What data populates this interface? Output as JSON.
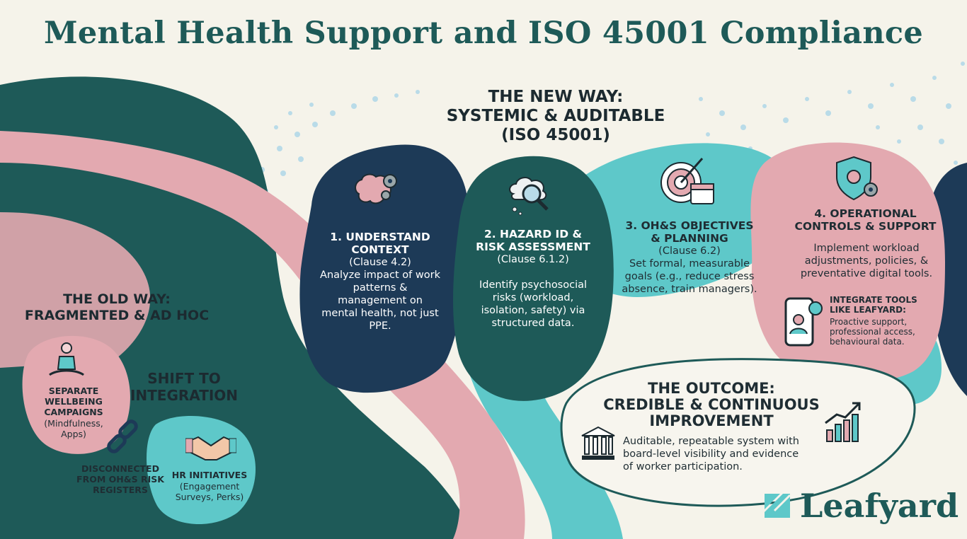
{
  "title": "Mental Health Support and ISO 45001 Compliance",
  "new_way": {
    "line1": "THE NEW WAY:",
    "line2": "SYSTEMIC & AUDITABLE",
    "line3": "(ISO 45001)"
  },
  "old_way": {
    "line1": "THE OLD WAY:",
    "line2": "FRAGMENTED & AD HOC"
  },
  "shift": {
    "line1": "SHIFT TO",
    "line2": "INTEGRATION"
  },
  "old_items": {
    "wellbeing": {
      "title": "SEPARATE WELLBEING CAMPAIGNS",
      "detail": "(Mindfulness, Apps)"
    },
    "disconnected": {
      "title": "DISCONNECTED FROM OH&S RISK REGISTERS"
    },
    "hr": {
      "title": "HR INITIATIVES",
      "detail": "(Engagement Surveys, Perks)"
    }
  },
  "steps": [
    {
      "title": "1. UNDERSTAND CONTEXT",
      "clause": "(Clause 4.2)",
      "body": "Analyze impact of work patterns & management on mental health, not just PPE."
    },
    {
      "title": "2. HAZARD ID & RISK ASSESSMENT",
      "clause": "(Clause 6.1.2)",
      "body": "Identify psychosocial risks (workload, isolation, safety) via structured data."
    },
    {
      "title": "3. OH&S OBJECTIVES & PLANNING",
      "clause": "(Clause 6.2)",
      "body": "Set formal, measurable goals (e.g., reduce stress absence, train managers)."
    },
    {
      "title": "4. OPERATIONAL CONTROLS & SUPPORT",
      "clause": "",
      "body": "Implement workload adjustments, policies, & preventative digital tools."
    }
  ],
  "tools": {
    "title": "INTEGRATE TOOLS LIKE LEAFYARD:",
    "body": "Proactive support, professional access, behavioural data."
  },
  "outcome": {
    "line1": "THE OUTCOME:",
    "line2": "CREDIBLE & CONTINUOUS",
    "line3": "IMPROVEMENT",
    "body": "Auditable, repeatable system with board-level visibility and evidence of worker participation."
  },
  "brand": {
    "name": "Leafyard"
  },
  "colors": {
    "dark_teal": "#1e5a58",
    "navy": "#1d3a57",
    "aqua": "#5ec8c9",
    "pink": "#e3a9b0",
    "cream": "#f5f3ea"
  },
  "icons": [
    "brain-gears-icon",
    "magnifier-cloud-icon",
    "target-calendar-icon",
    "shield-gear-icon",
    "meditation-icon",
    "broken-chain-icon",
    "handshake-icon",
    "phone-support-icon",
    "institution-icon",
    "growth-chart-icon",
    "leaf-logo-icon"
  ]
}
